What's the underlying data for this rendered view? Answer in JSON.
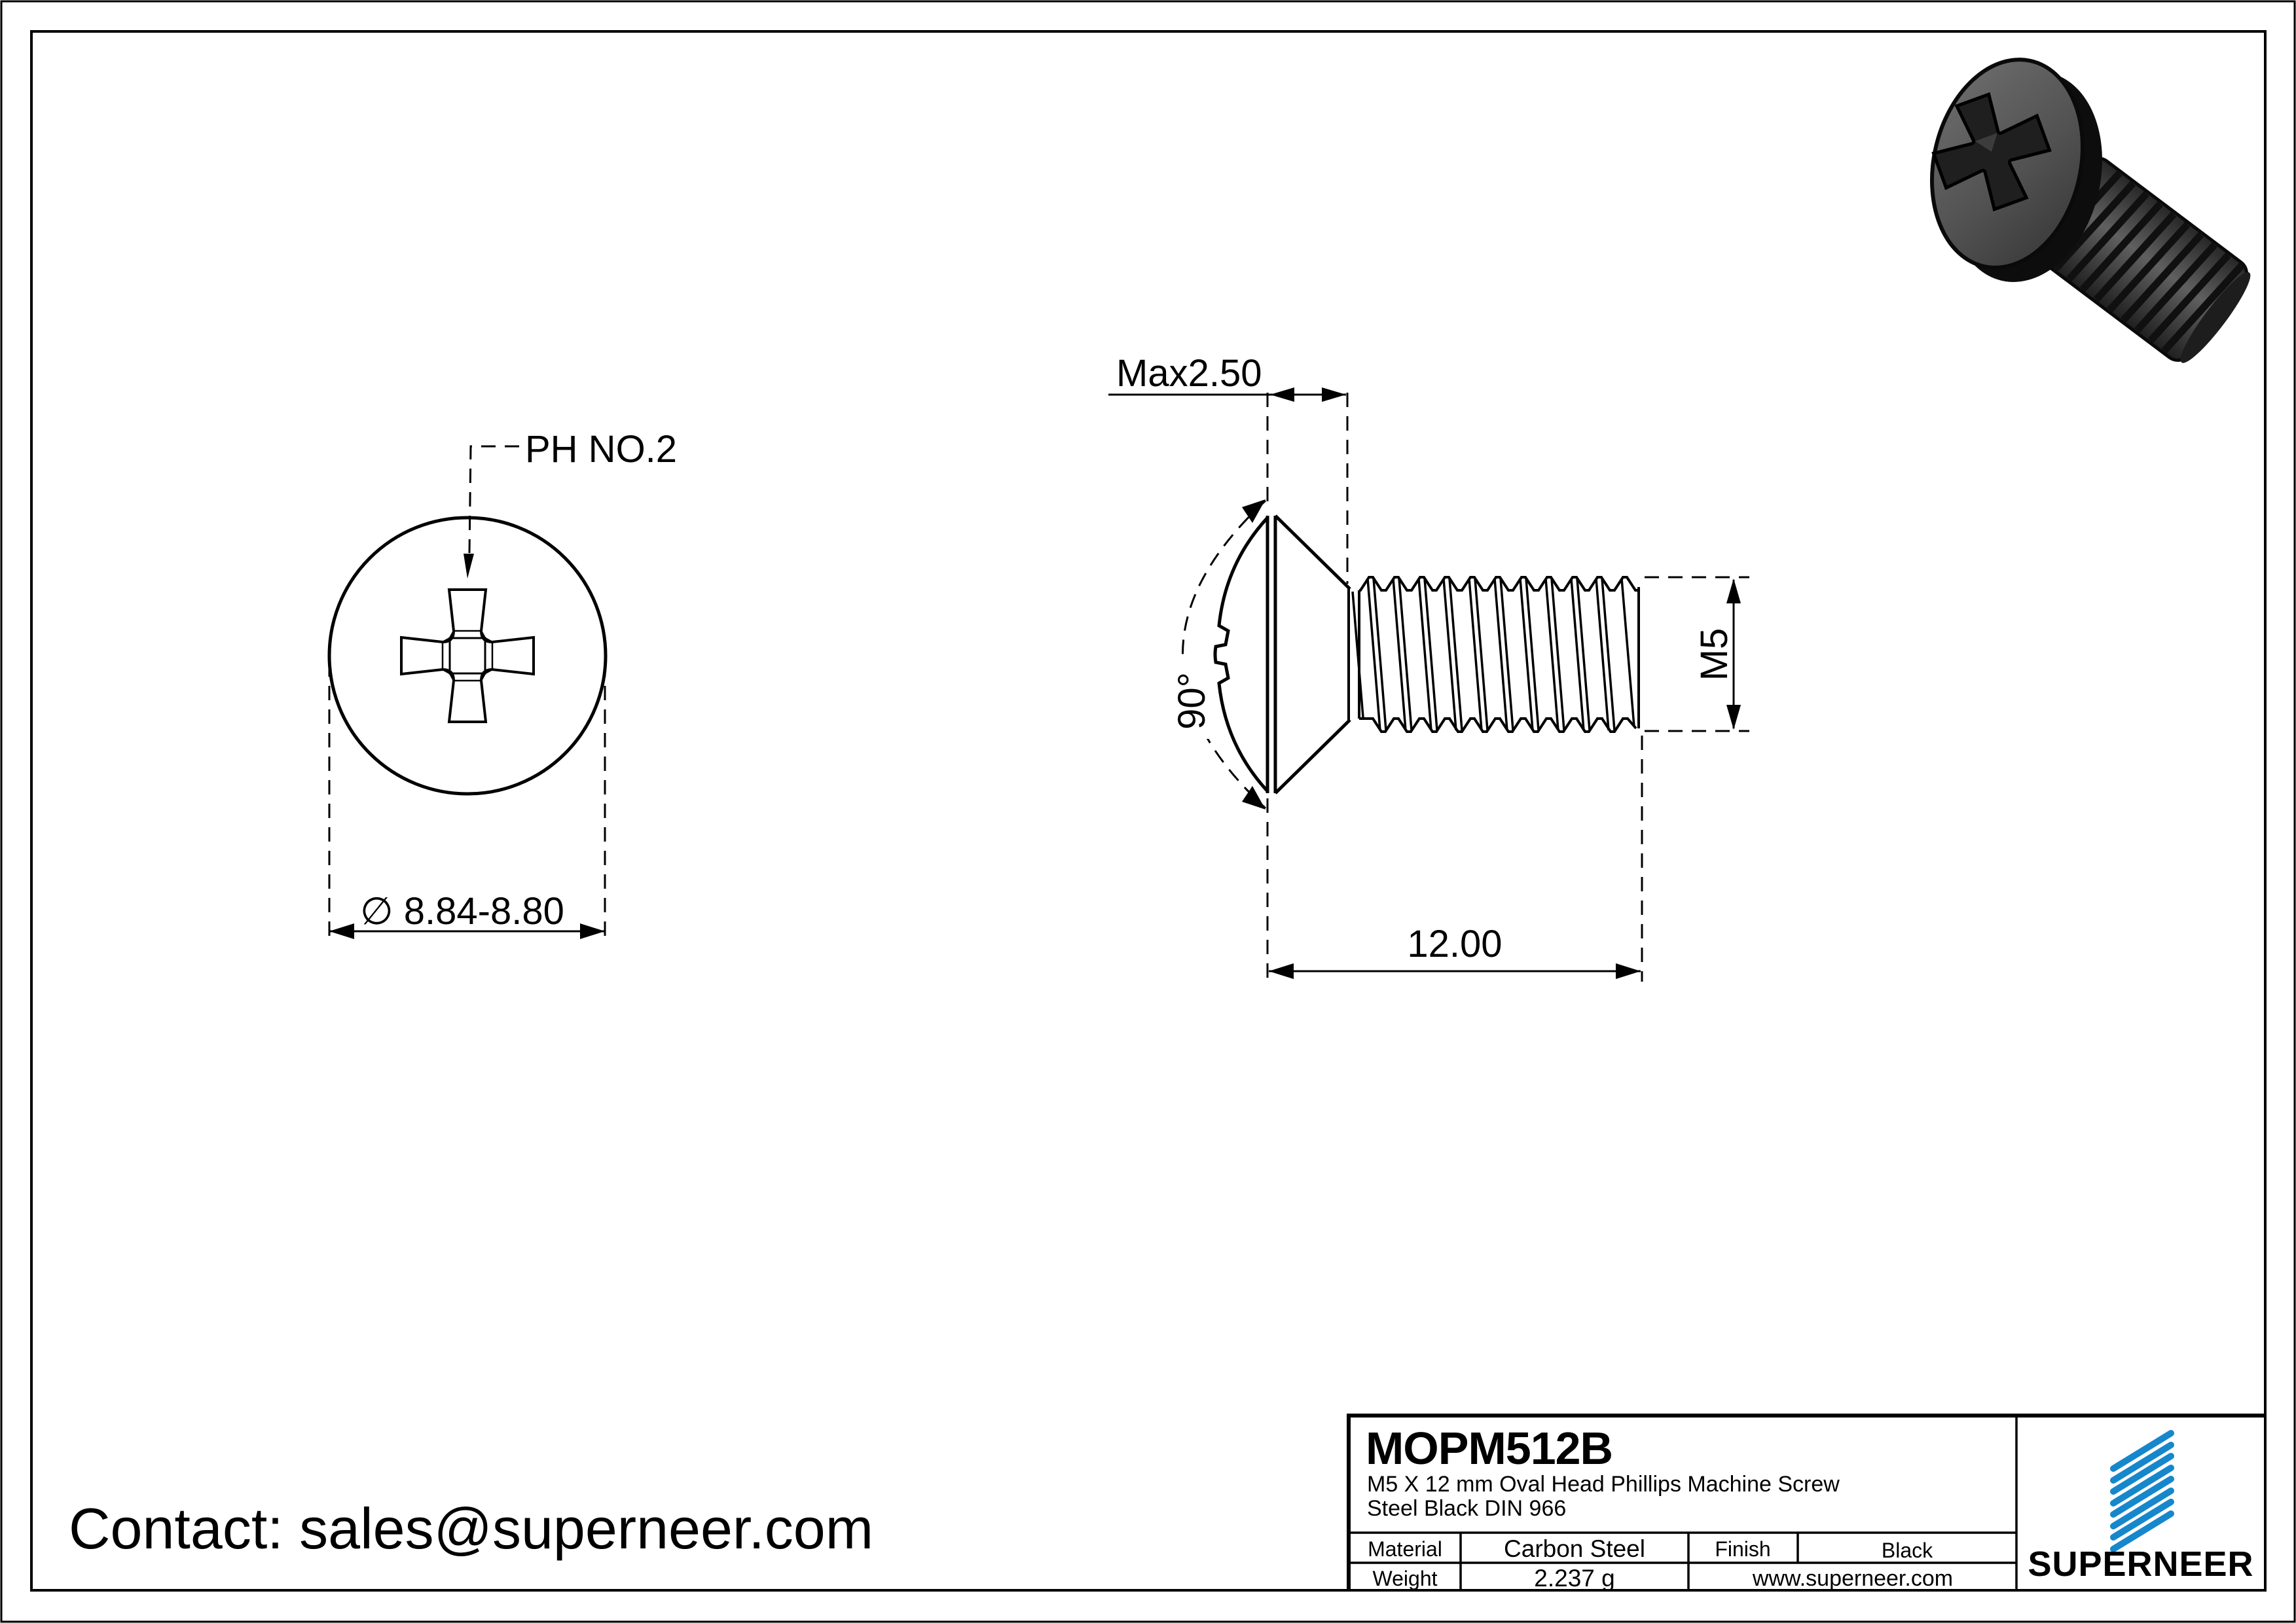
{
  "page": {
    "contact": "Contact: sales@superneer.com"
  },
  "head_view": {
    "recess_label": "PH NO.2",
    "diameter_label": "∅ 8.84-8.80"
  },
  "side_view": {
    "head_height_label": "Max2.50",
    "angle_label": "90°",
    "thread_size_label": "M5",
    "length_label": "12.00"
  },
  "title_block": {
    "part_number": "MOPM512B",
    "description_line1": "M5 X 12 mm  Oval Head Phillips Machine Screw",
    "description_line2": "Steel Black DIN 966",
    "material_label": "Material",
    "material_value": "Carbon Steel",
    "finish_label": "Finish",
    "finish_value": "Black",
    "weight_label": "Weight",
    "weight_value": "2.237 g",
    "website": "www.superneer.com",
    "brand_name": "SUPERNEER"
  },
  "colors": {
    "brand_blue": "#1787CB",
    "link_blue": "#1E82D2"
  }
}
